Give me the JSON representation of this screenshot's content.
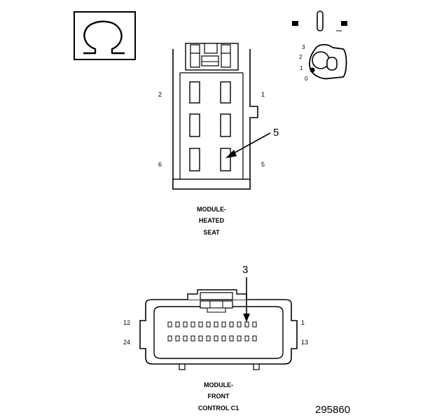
{
  "seat_connector": {
    "pin_labels": {
      "p1": "1",
      "p2": "2",
      "p5": "5",
      "p6": "6"
    },
    "callout": "5",
    "caption": [
      "MODULE-",
      "HEATED",
      "SEAT"
    ]
  },
  "key_icon": {
    "positions": [
      "3",
      "2",
      "1",
      "0"
    ]
  },
  "front_connector": {
    "pin_labels": {
      "p1": "1",
      "p12": "12",
      "p13": "13",
      "p24": "24"
    },
    "callout": "3",
    "caption": [
      "MODULE-",
      "FRONT",
      "CONTROL C1"
    ]
  },
  "figure_number": "295860"
}
